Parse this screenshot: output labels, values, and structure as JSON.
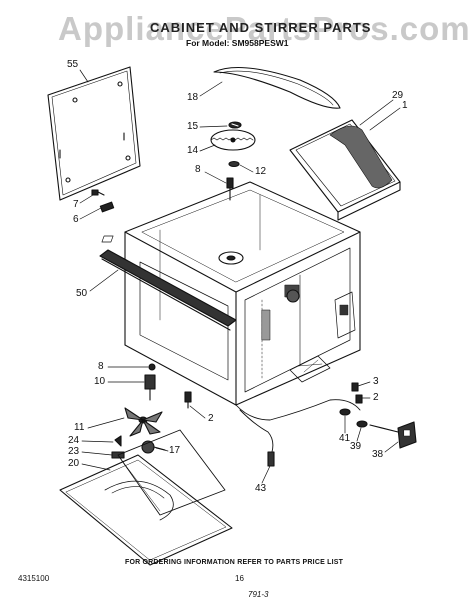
{
  "watermark": "AppliancePartsPros.com",
  "header": {
    "title": "CABINET AND STIRRER PARTS",
    "subtitle": "For Model: SM958PESW1"
  },
  "callouts": {
    "c55": "55",
    "c18": "18",
    "c29": "29",
    "c1": "1",
    "c15": "15",
    "c14": "14",
    "c8a": "8",
    "c12": "12",
    "c7": "7",
    "c6": "6",
    "c50": "50",
    "c8b": "8",
    "c10": "10",
    "c3": "3",
    "c2a": "2",
    "c2b": "2",
    "c11": "11",
    "c24": "24",
    "c23": "23",
    "c20": "20",
    "c17": "17",
    "c41": "41",
    "c39": "39",
    "c38": "38",
    "c43": "43"
  },
  "footer": {
    "note": "FOR ORDERING INFORMATION REFER TO PARTS PRICE LIST",
    "part_number": "4315100",
    "page": "16",
    "scribble": "791-3"
  }
}
